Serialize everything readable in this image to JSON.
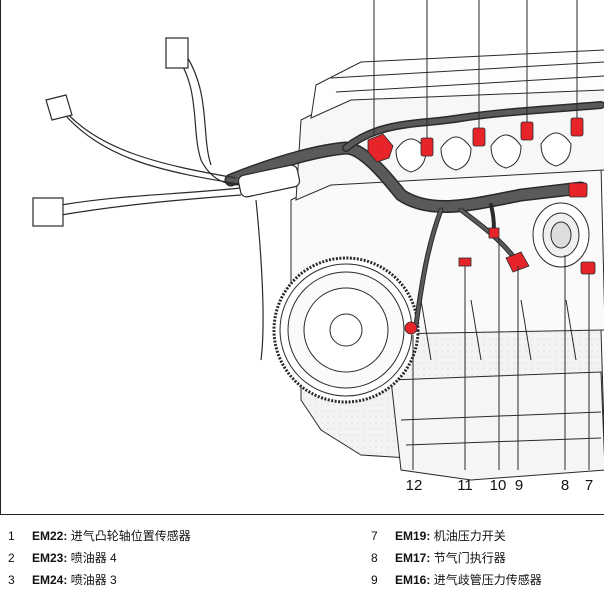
{
  "callouts": [
    {
      "num": "12"
    },
    {
      "num": "11"
    },
    {
      "num": "10"
    },
    {
      "num": "9"
    },
    {
      "num": "8"
    },
    {
      "num": "7"
    }
  ],
  "legend": {
    "left": [
      {
        "num": "1",
        "code": "EM22:",
        "desc": "进气凸轮轴位置传感器"
      },
      {
        "num": "2",
        "code": "EM23:",
        "desc": "喷油器 4"
      },
      {
        "num": "3",
        "code": "EM24:",
        "desc": "喷油器 3"
      }
    ],
    "right": [
      {
        "num": "7",
        "code": "EM19:",
        "desc": "机油压力开关"
      },
      {
        "num": "8",
        "code": "EM17:",
        "desc": "节气门执行器"
      },
      {
        "num": "9",
        "code": "EM16:",
        "desc": "进气歧管压力传感器"
      }
    ]
  },
  "colors": {
    "connector_red": "#e8242b",
    "harness": "#5a5a5a",
    "line_art": "#2a2a2a",
    "shading": "#ececec"
  }
}
